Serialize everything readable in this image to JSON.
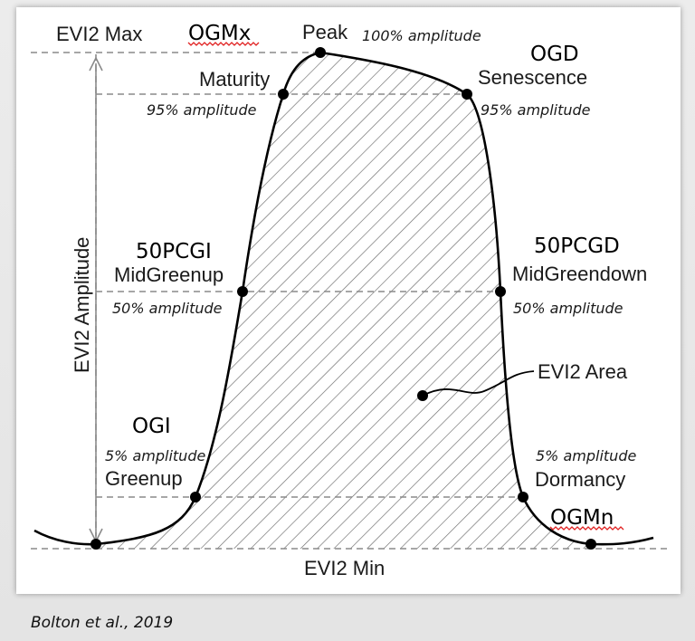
{
  "labels": {
    "evi2_max": "EVI2 Max",
    "ogmx": "OGMx",
    "peak": "Peak",
    "peak_amp": "100% amplitude",
    "ogd": "OGD",
    "senescence": "Senescence",
    "senescence_amp": "95% amplitude",
    "maturity": "Maturity",
    "maturity_amp": "95% amplitude",
    "y_axis": "EVI2 Amplitude",
    "pcgi": "50PCGI",
    "midgreenup": "MidGreenup",
    "midgreenup_amp": "50% amplitude",
    "pcgd": "50PCGD",
    "midgreendown": "MidGreendown",
    "midgreendown_amp": "50% amplitude",
    "evi2_area": "EVI2 Area",
    "ogi": "OGI",
    "greenup_amp": "5% amplitude",
    "greenup": "Greenup",
    "dormancy_amp": "5% amplitude",
    "dormancy": "Dormancy",
    "ogmn": "OGMn",
    "evi2_min": "EVI2 Min"
  },
  "citation": "Bolton et al., 2019",
  "colors": {
    "curve": "#000000",
    "hatch": "#6a6a6a",
    "dash": "#8a8a8a",
    "spellcheck": "#e02020"
  }
}
